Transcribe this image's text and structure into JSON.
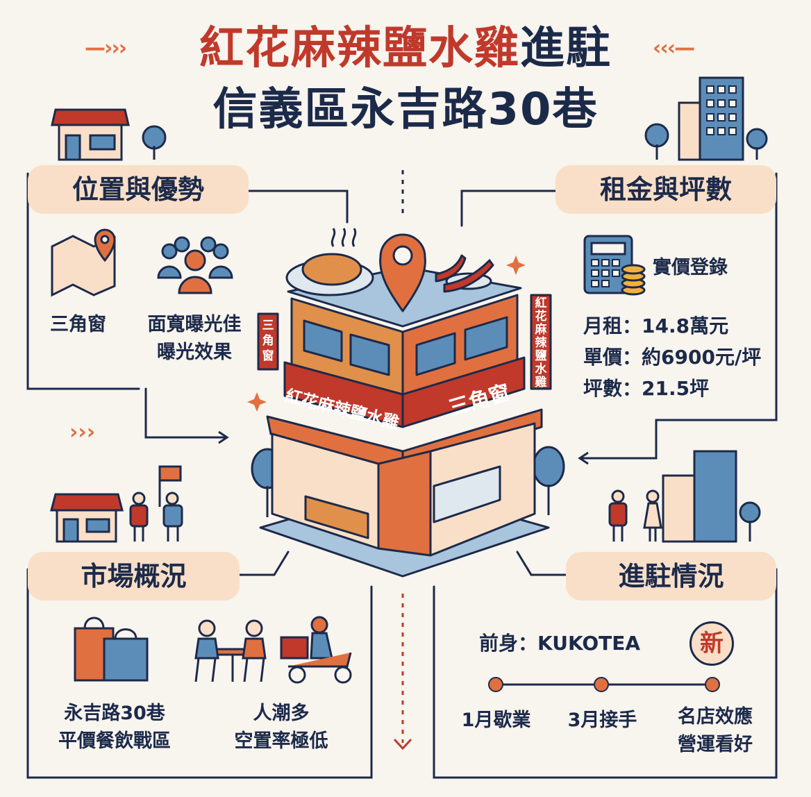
{
  "title": {
    "line1_red": "紅花麻辣鹽水雞",
    "line1_navy": "進駐",
    "line2": "信義區永吉路30巷"
  },
  "location": {
    "heading": "位置與優勢",
    "item1": "三角窗",
    "item2_line1": "面寬曝光佳",
    "item2_line2": "曝光效果"
  },
  "rent": {
    "heading": "租金與坪數",
    "label": "實價登錄",
    "rows": [
      {
        "k": "月租",
        "v": "14.8萬元"
      },
      {
        "k": "單價",
        "v": "約6900元/坪"
      },
      {
        "k": "坪數",
        "v": "21.5坪"
      }
    ]
  },
  "market": {
    "heading": "市場概況",
    "item1_line1": "永吉路30巷",
    "item1_line2": "平價餐飲戰區",
    "item2_line1": "人潮多",
    "item2_line2": "空置率極低"
  },
  "entry": {
    "heading": "進駐情況",
    "predecessor": "前身：KUKOTEA",
    "badge": "新",
    "timeline": [
      "1月歇業",
      "3月接手"
    ],
    "last_line1": "名店效應",
    "last_line2": "營運看好"
  },
  "building": {
    "sign_main": "紅花麻辣鹽水雞",
    "sign_corner": "三角窗",
    "banner_left": "三角窗",
    "banner_right": "紅花麻辣鹽水雞"
  },
  "colors": {
    "navy": "#1c2a4a",
    "red": "#c0392b",
    "orange": "#e07040",
    "peach": "#f9dfc7",
    "blue": "#5b8db8"
  }
}
